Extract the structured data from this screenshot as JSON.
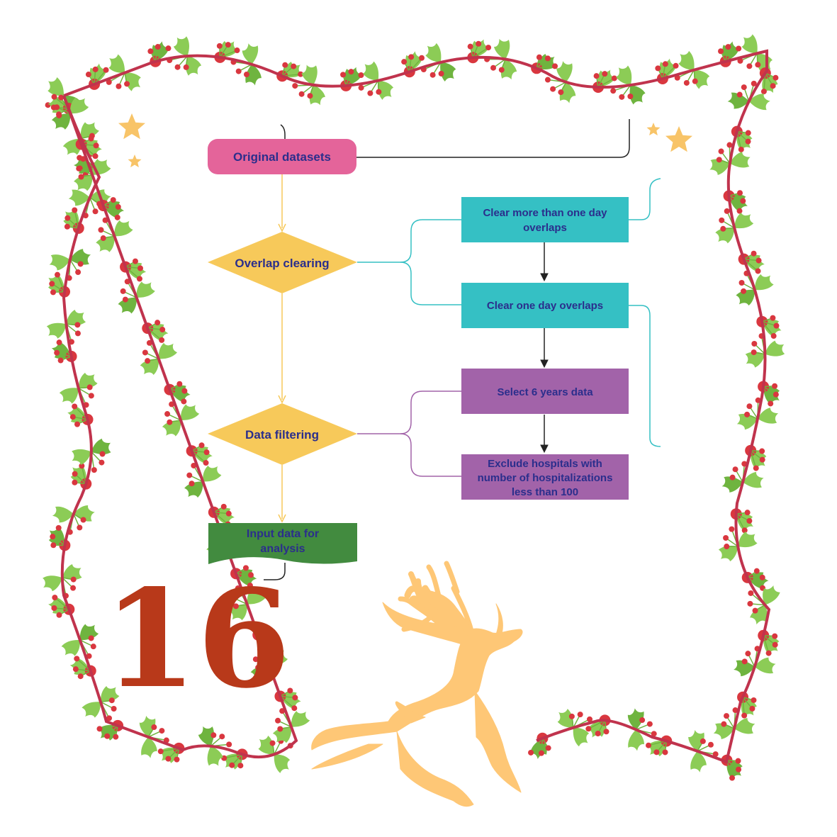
{
  "flowchart": {
    "nodes": {
      "original_datasets": "Original datasets",
      "overlap_clearing": "Overlap clearing",
      "data_filtering": "Data filtering",
      "clear_multi_day": [
        "Clear more than one day",
        "overlaps"
      ],
      "clear_one_day": "Clear one day overlaps",
      "select_years": "Select 6 years data",
      "exclude_hospitals": [
        "Exclude hospitals with",
        "number of hospitalizations",
        "less than 100"
      ],
      "input_data": [
        "Input data for",
        "analysis"
      ]
    }
  },
  "decoration": {
    "day_number": "16",
    "icons": [
      "holly-garland-icon",
      "star-icon",
      "reindeer-icon"
    ]
  },
  "colors": {
    "pink": "#e4649a",
    "yellow": "#f7c95a",
    "teal": "#35c0c4",
    "purple": "#a263a9",
    "green": "#428b3f",
    "node_text": "#2b2e8c",
    "garland_rope": "#c0334d",
    "berry": "#d9373f",
    "leaf": "#8ccc56",
    "leaf_dark": "#6fb43f",
    "star": "#f8c468",
    "reindeer": "#fec776",
    "day_number": "#b8391a"
  }
}
